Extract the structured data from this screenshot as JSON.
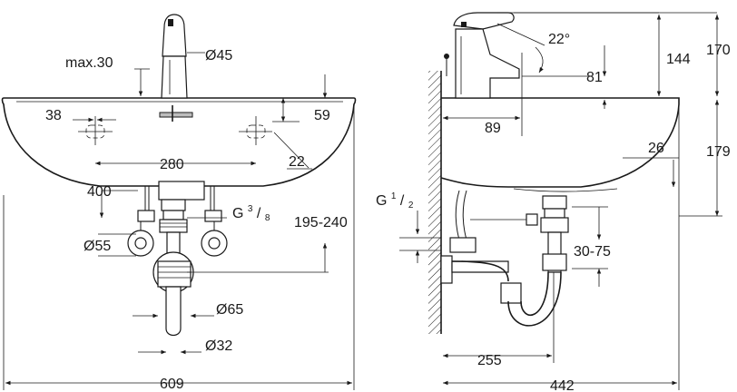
{
  "front_view": {
    "max_30": "max.30",
    "dia_45": "Ø45",
    "dim_38": "38",
    "dim_59": "59",
    "dim_280": "280",
    "dim_22": "22",
    "dim_400": "400",
    "thread_g": "G",
    "thread_num": "3",
    "thread_den": "8",
    "dim_195_240": "195-240",
    "dia_55": "Ø55",
    "dia_65": "Ø65",
    "dia_32": "Ø32",
    "width_609": "609"
  },
  "side_view": {
    "angle_22": "22°",
    "dim_144": "144",
    "dim_170": "170",
    "dim_81": "81",
    "dim_89": "89",
    "dim_26": "26",
    "dim_179": "179",
    "thread_g": "G",
    "thread_num": "1",
    "thread_den": "2",
    "dim_30_75": "30-75",
    "dim_255": "255",
    "depth_442": "442"
  }
}
